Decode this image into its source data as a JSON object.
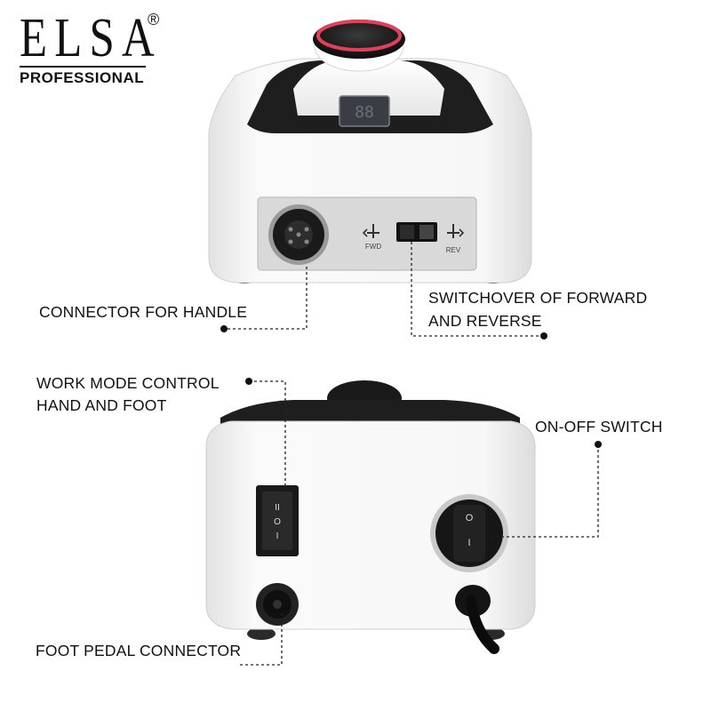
{
  "brand": {
    "name": "ELSA",
    "registered_mark": "®",
    "tagline": "PROFESSIONAL"
  },
  "device_top": {
    "display_text": "88",
    "switch_left_label": "FWD",
    "switch_right_label": "REV"
  },
  "device_back": {
    "work_mode_switch_marks": [
      "II",
      "O",
      "I"
    ],
    "power_switch_marks": [
      "O",
      "I"
    ]
  },
  "callouts": {
    "connector_for_handle": "CONNECTOR FOR HANDLE",
    "switchover_line1": "SWITCHOVER OF FORWARD",
    "switchover_line2": "AND REVERSE",
    "work_mode_line1": "WORK MODE CONTROL",
    "work_mode_line2": "HAND AND FOOT",
    "on_off_switch": "ON-OFF SWITCH",
    "foot_pedal_connector": "FOOT PEDAL CONNECTOR"
  },
  "colors": {
    "body_white": "#f4f4f4",
    "panel_grey": "#d9d9d9",
    "dark_trim": "#1e1e1e",
    "accent_red": "#e0405a"
  }
}
